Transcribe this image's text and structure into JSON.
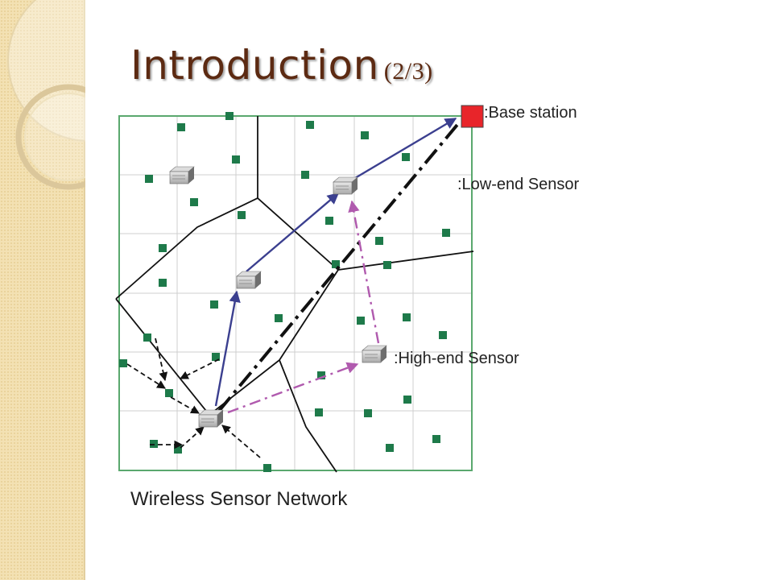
{
  "slide": {
    "title": "Introduction",
    "title_suffix": "(2/3)",
    "caption": "Wireless Sensor Network"
  },
  "legend": {
    "base_station": ":Base station",
    "low_end_sensor": ":Low-end Sensor",
    "high_end_sensor": ":High-end Sensor"
  },
  "colors": {
    "title": "#5c2a12",
    "side_panel": "#f3e1b3",
    "grid": "#cfcfcf",
    "border": "#5aa86e",
    "low_end_sensor": "#1e7a4a",
    "base_station": "#e8252a",
    "route_blue": "#3b3f8f",
    "route_magenta": "#b05aae",
    "route_black": "#111111"
  }
}
